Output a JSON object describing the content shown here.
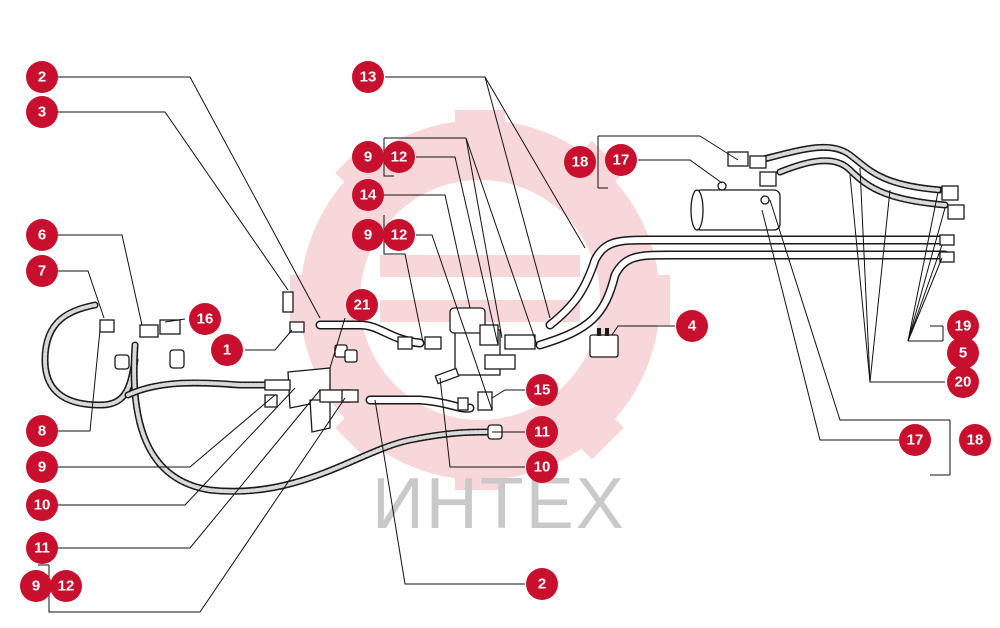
{
  "diagram": {
    "watermark_text": "ИНТЕХ",
    "colors": {
      "callout_fill": "#c8102e",
      "callout_text": "#ffffff",
      "watermark_gear": "#f3b7bd",
      "line": "#111111"
    },
    "callouts": {
      "c1": "1",
      "c2a": "2",
      "c2b": "2",
      "c3": "3",
      "c4": "4",
      "c5": "5",
      "c6": "6",
      "c7": "7",
      "c8": "8",
      "c9a": "9",
      "c9b": "9",
      "c9c": "9",
      "c9d": "9",
      "c10a": "10",
      "c10b": "10",
      "c11a": "11",
      "c11b": "11",
      "c12a": "12",
      "c12b": "12",
      "c12c": "12",
      "c13": "13",
      "c14": "14",
      "c15": "15",
      "c16": "16",
      "c17a": "17",
      "c17b": "17",
      "c18a": "18",
      "c18b": "18",
      "c19": "19",
      "c20": "20",
      "c21": "21"
    }
  }
}
